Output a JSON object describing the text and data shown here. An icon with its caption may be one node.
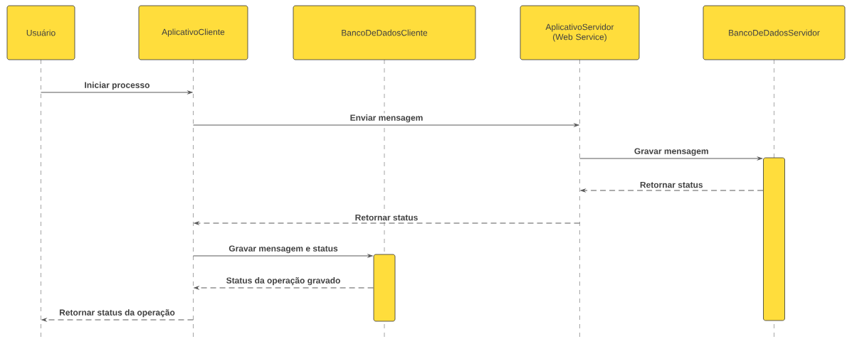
{
  "diagram": {
    "nodes": [
      {
        "text": [
          "Usuário"
        ]
      },
      {
        "text": [
          "AplicativoCliente"
        ]
      },
      {
        "text": [
          "BancoDeDadosCliente"
        ]
      },
      {
        "text": [
          "AplicativoServidor (Web Service)"
        ]
      },
      {
        "text": [
          "BancoDeDadosServidor"
        ]
      },
      {
        "text": [],
        "shape": "bar",
        "in": 4
      },
      {
        "text": [],
        "shape": "bar",
        "in": 2
      }
    ],
    "edges": [
      {
        "from": 0,
        "to": 1,
        "arrow": "to",
        "label": "Iniciar processo"
      },
      {
        "from": 1,
        "to": 3,
        "arrow": "to",
        "label": "Enviar mensagem"
      },
      {
        "from": 3,
        "to": 5,
        "arrow": "to",
        "label": "Gravar mensagem"
      },
      {
        "from": 5,
        "to": 3,
        "arrow": "to",
        "label": "Retornar status",
        "style": "dashed"
      },
      {
        "from": 3,
        "to": 1,
        "arrow": "to",
        "label": "Retornar status",
        "style": "dashed"
      },
      {
        "from": 1,
        "to": 6,
        "arrow": "to",
        "label": "Gravar mensagem e status"
      },
      {
        "from": 6,
        "to": 1,
        "arrow": "to",
        "label": "Status da operação gravado",
        "style": "dashed"
      },
      {
        "from": 1,
        "to": 0,
        "arrow": "to",
        "label": "Retornar status da operação",
        "style": "dashed"
      }
    ]
  }
}
